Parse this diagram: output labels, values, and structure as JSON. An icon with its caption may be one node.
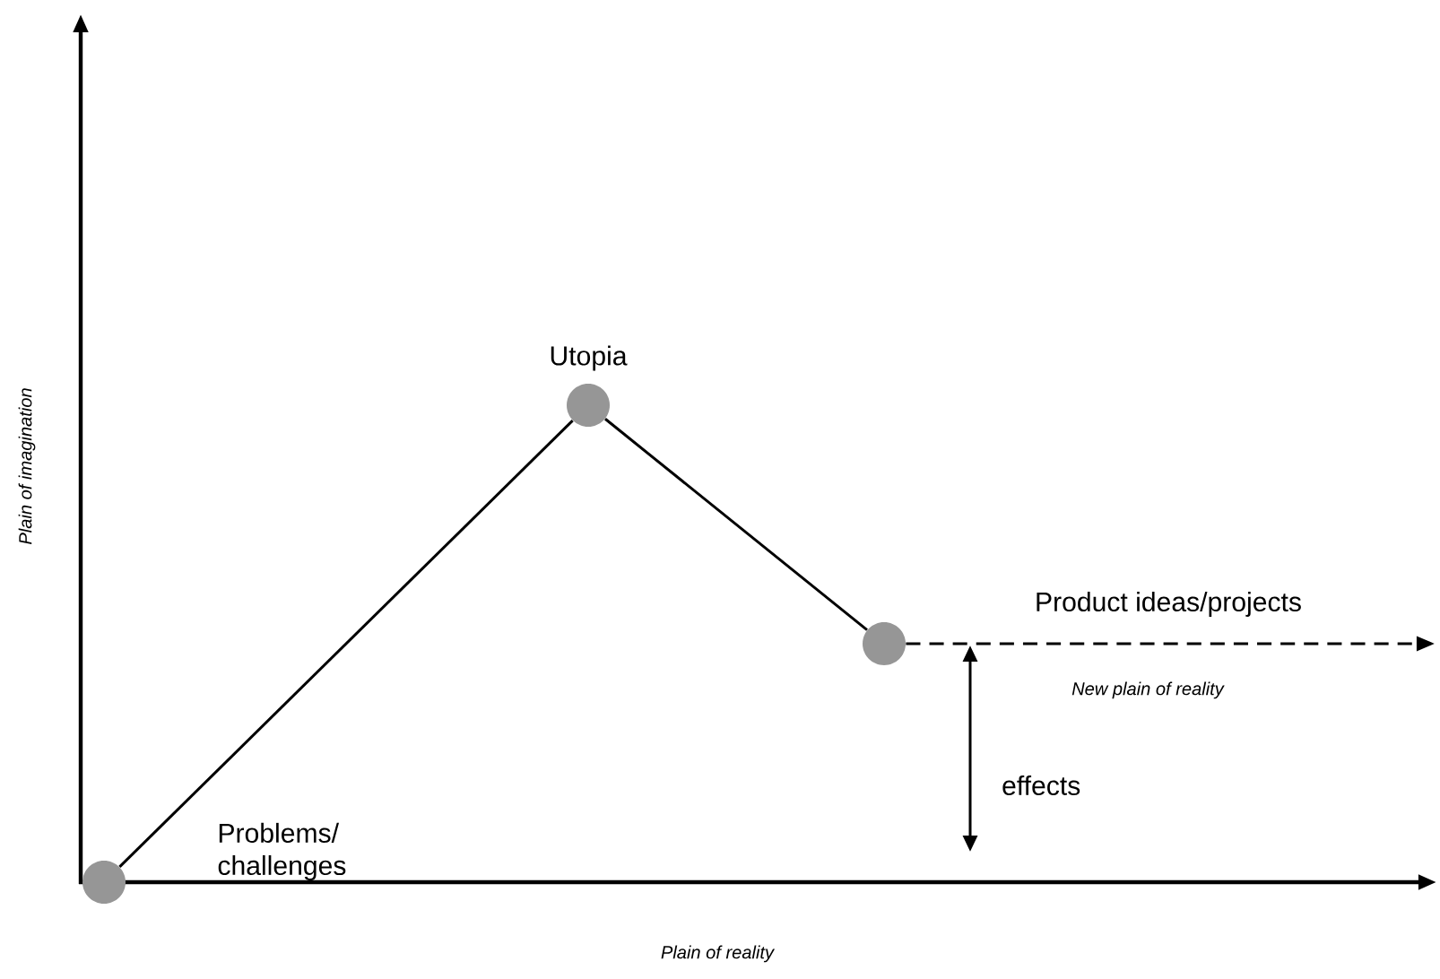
{
  "diagram": {
    "nodes": [
      {
        "text": [],
        "shape": "circle",
        "beside": [
          "Problems/ challenges"
        ]
      },
      {
        "text": [],
        "shape": "circle",
        "beside": [
          "Utopia"
        ]
      },
      {
        "text": [],
        "shape": "circle"
      }
    ],
    "edges": [
      {
        "from": 0,
        "to": 1,
        "arrow": "none"
      },
      {
        "from": 1,
        "to": 2,
        "arrow": "none"
      },
      {
        "from": 2,
        "to": null,
        "arrow": "to",
        "style": "dashed",
        "label": "Product ideas/projects"
      }
    ],
    "labels": [
      "Plain of imagination",
      "New plain of reality",
      "effects",
      "Plain of reality"
    ]
  }
}
